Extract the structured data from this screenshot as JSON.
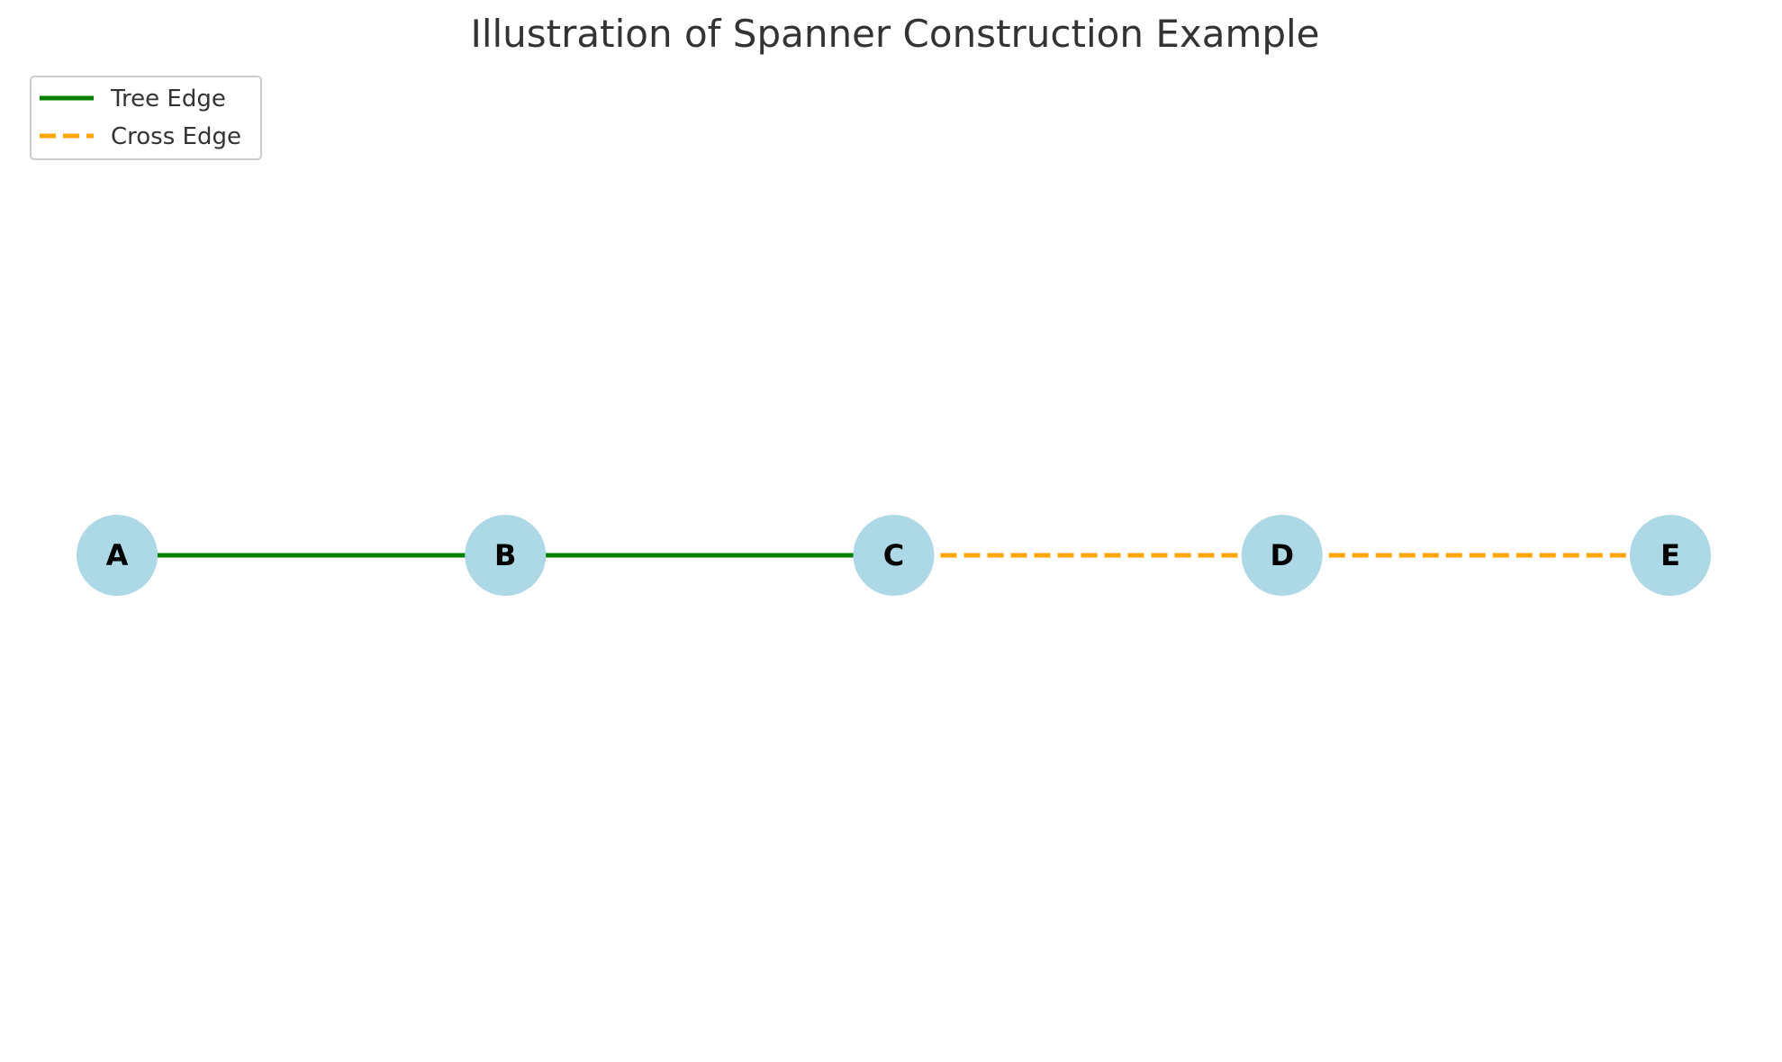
{
  "title": "Illustration of Spanner Construction Example",
  "colors": {
    "node_fill": "#add8e6",
    "tree_edge": "#008000",
    "cross_edge": "#ffa500",
    "text": "#333333"
  },
  "legend": {
    "items": [
      {
        "label": "Tree Edge",
        "style": "solid",
        "color": "#008000"
      },
      {
        "label": "Cross Edge",
        "style": "dashed",
        "color": "#ffa500"
      }
    ]
  },
  "nodes": [
    {
      "id": "A",
      "label": "A"
    },
    {
      "id": "B",
      "label": "B"
    },
    {
      "id": "C",
      "label": "C"
    },
    {
      "id": "D",
      "label": "D"
    },
    {
      "id": "E",
      "label": "E"
    }
  ],
  "edges": [
    {
      "from": "A",
      "to": "B",
      "type": "tree"
    },
    {
      "from": "B",
      "to": "C",
      "type": "tree"
    },
    {
      "from": "C",
      "to": "D",
      "type": "cross"
    },
    {
      "from": "D",
      "to": "E",
      "type": "cross"
    }
  ]
}
